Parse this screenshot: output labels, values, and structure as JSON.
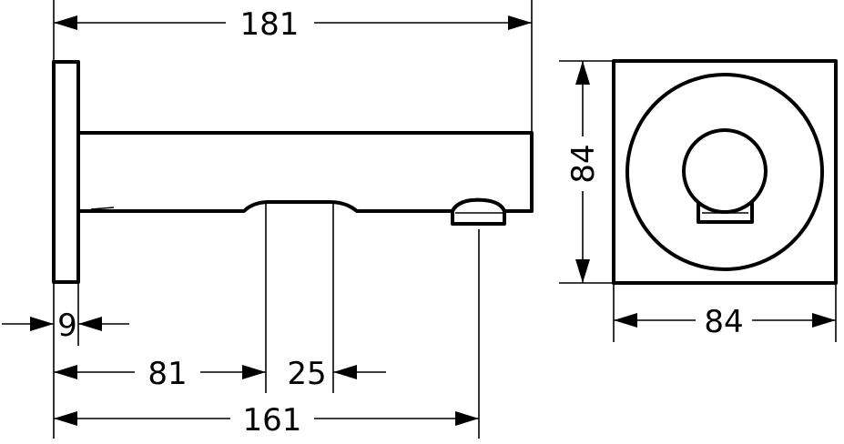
{
  "dimensions": {
    "total_length": "181",
    "flange_thickness": "9",
    "flange_to_sensor": "81",
    "sensor_width": "25",
    "flange_to_outlet": "161",
    "plate_height": "84",
    "plate_width": "84"
  },
  "colors": {
    "line": "#000000",
    "background": "#ffffff"
  }
}
